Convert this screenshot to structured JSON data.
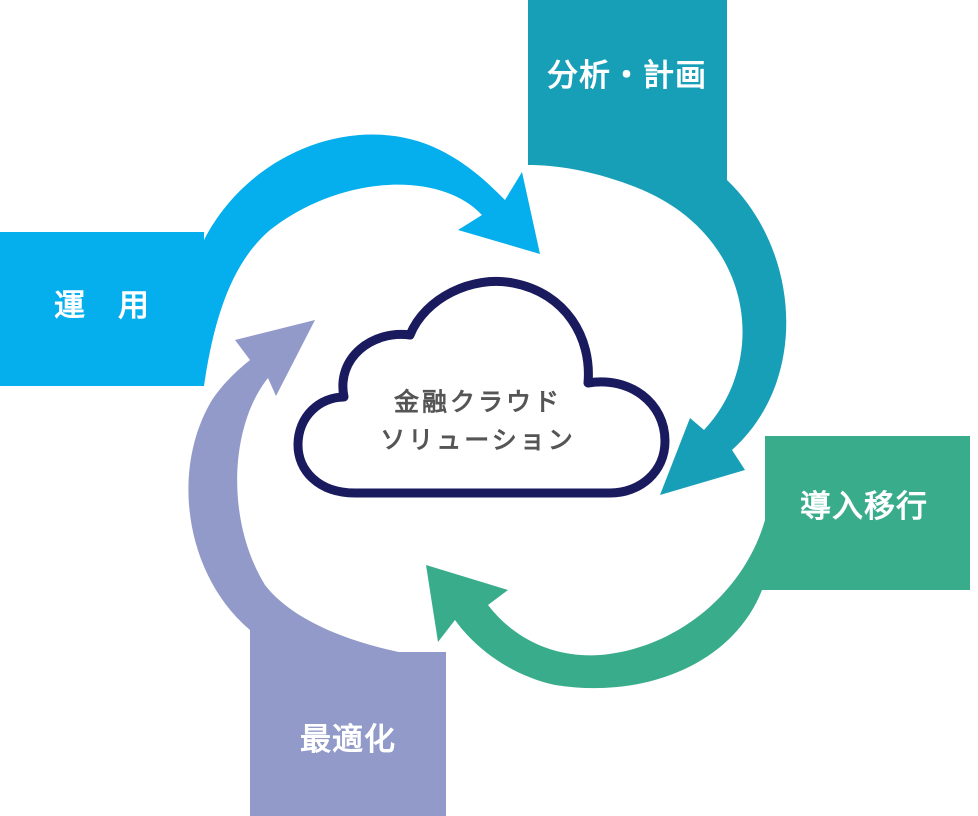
{
  "center": {
    "line1": "金融クラウド",
    "line2": "ソリューション"
  },
  "stages": {
    "analysis": "分析・計画",
    "migration": "導入移行",
    "optimization": "最適化",
    "operation": "運　用"
  },
  "colors": {
    "analysis": "#189fb8",
    "migration": "#39ac8c",
    "optimization": "#929ac9",
    "operation": "#05aeec",
    "cloud_outline": "#1a1a5e",
    "center_text": "#555555"
  }
}
